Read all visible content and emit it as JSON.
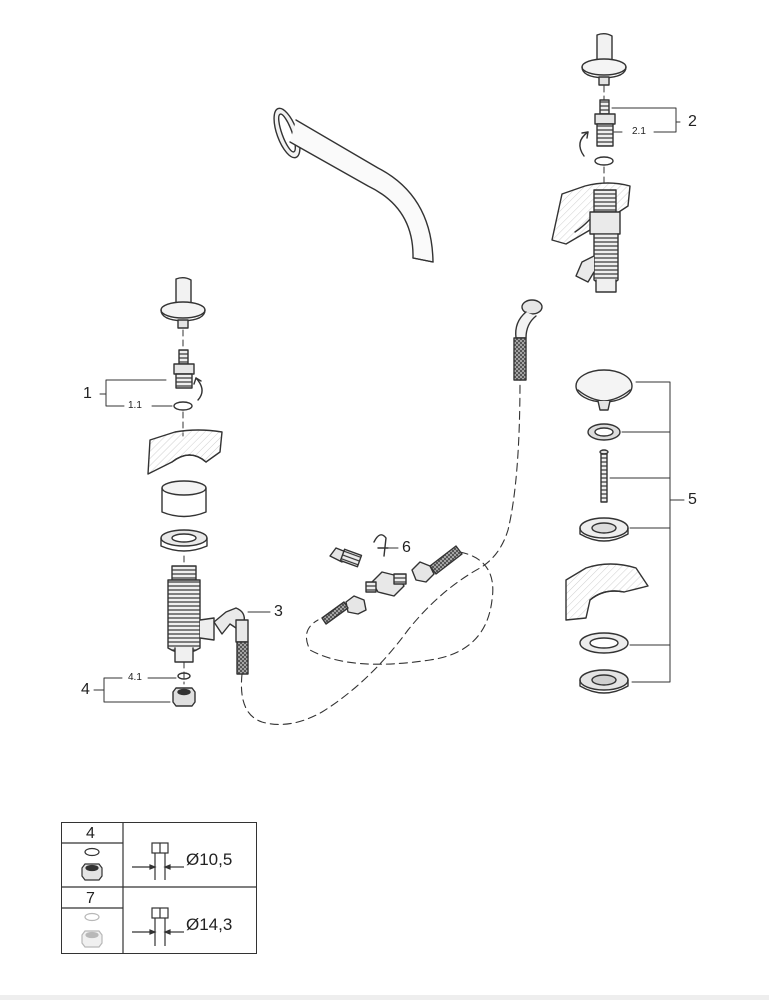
{
  "callouts": {
    "c1": "1",
    "c1_1": "1.1",
    "c2": "2",
    "c2_1": "2.1",
    "c3": "3",
    "c4": "4",
    "c4_1": "4.1",
    "c5": "5",
    "c6": "6"
  },
  "table": {
    "rows": [
      {
        "item": "4",
        "diameter": "Ø10,5"
      },
      {
        "item": "7",
        "diameter": "Ø14,3"
      }
    ]
  },
  "colors": {
    "line": "#333333",
    "fill_light": "#f2f2f2",
    "fill_mid": "#e4e4e4",
    "faded": "#b8b8b8",
    "hatch": "#cfcfcf"
  }
}
